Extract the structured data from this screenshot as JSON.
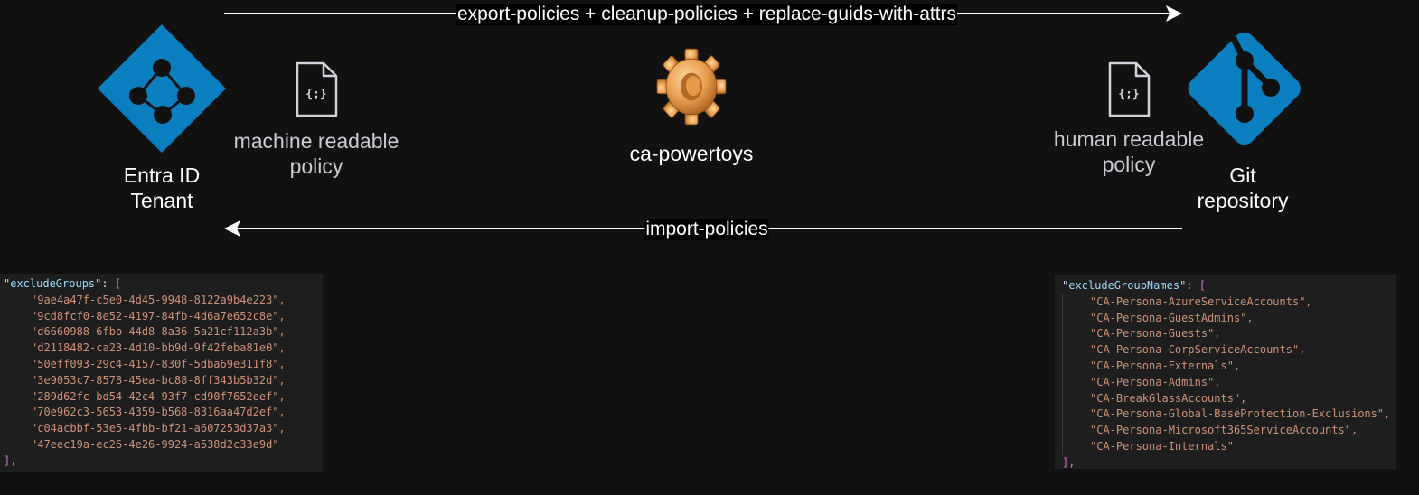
{
  "flows": {
    "export_label": "export-policies + cleanup-policies + replace-guids-with-attrs",
    "import_label": "import-policies"
  },
  "nodes": {
    "entra": {
      "line1": "Entra ID",
      "line2": "Tenant",
      "icon": "entra-id-icon"
    },
    "machine": {
      "line1": "machine readable",
      "line2": "policy",
      "icon": "json-file-icon"
    },
    "tool": {
      "label": "ca-powertoys",
      "icon": "gear-icon"
    },
    "human": {
      "line1": "human readable",
      "line2": "policy",
      "icon": "json-file-icon"
    },
    "git": {
      "line1": "Git",
      "line2": "repository",
      "icon": "git-icon"
    }
  },
  "code_left": {
    "key": "excludeGroups",
    "open": "[",
    "close": "],",
    "items": [
      "9ae4a47f-c5e0-4d45-9948-8122a9b4e223",
      "9cd8fcf0-8e52-4197-84fb-4d6a7e652c8e",
      "d6660988-6fbb-44d8-8a36-5a21cf112a3b",
      "d2118482-ca23-4d10-bb9d-9f42feba81e0",
      "50eff093-29c4-4157-830f-5dba69e311f8",
      "3e9053c7-8578-45ea-bc88-8ff343b5b32d",
      "289d62fc-bd54-42c4-93f7-cd90f7652eef",
      "70e962c3-5653-4359-b568-8316aa47d2ef",
      "c04acbbf-53e5-4fbb-bf21-a607253d37a3",
      "47eec19a-ec26-4e26-9924-a538d2c33e9d"
    ]
  },
  "code_right": {
    "key": "excludeGroupNames",
    "open": "[",
    "close": "],",
    "items": [
      "CA-Persona-AzureServiceAccounts",
      "CA-Persona-GuestAdmins",
      "CA-Persona-Guests",
      "CA-Persona-CorpServiceAccounts",
      "CA-Persona-Externals",
      "CA-Persona-Admins",
      "CA-BreakGlassAccounts",
      "CA-Persona-Global-BaseProtection-Exclusions",
      "CA-Persona-Microsoft365ServiceAccounts",
      "CA-Persona-Internals"
    ]
  },
  "colors": {
    "background": "#111111",
    "brand_blue": "#0a7ebf",
    "arrow": "#ffffff",
    "code_bg": "#1e1e1e",
    "code_key": "#9cdcfe",
    "code_string": "#ce9178",
    "code_bracket": "#da70d6"
  }
}
